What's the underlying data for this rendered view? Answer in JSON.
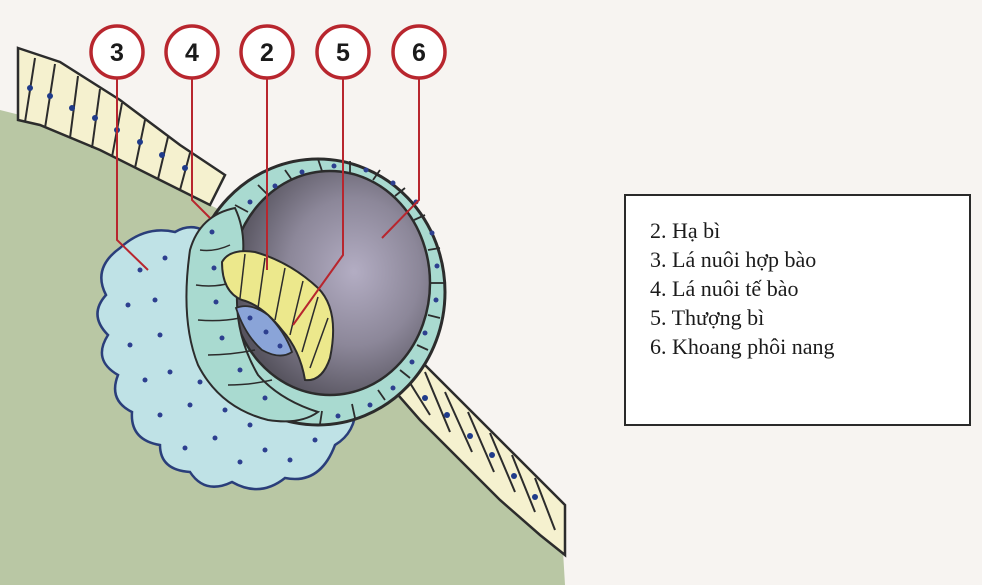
{
  "callouts": [
    {
      "id": "3",
      "label": "3"
    },
    {
      "id": "4",
      "label": "4"
    },
    {
      "id": "2",
      "label": "2"
    },
    {
      "id": "5",
      "label": "5"
    },
    {
      "id": "6",
      "label": "6"
    }
  ],
  "legend": {
    "items": [
      "2. Hạ bì",
      "3. Lá nuôi hợp bào",
      "4. Lá nuôi tế bào",
      "5. Thượng bì",
      "6. Khoang phôi nang"
    ]
  },
  "colors": {
    "background": "#f7f4f1",
    "tissue_green": "#b9c7a4",
    "epithelium": "#f5f1cf",
    "cytotrophoblast": "#a9dad0",
    "syncytiotrophoblast": "#bfe2e6",
    "cavity": "#6f6d7a",
    "hypoblast": "#e9e58a",
    "epiblast": "#8aa4d8",
    "callout_ring": "#b8262e"
  }
}
